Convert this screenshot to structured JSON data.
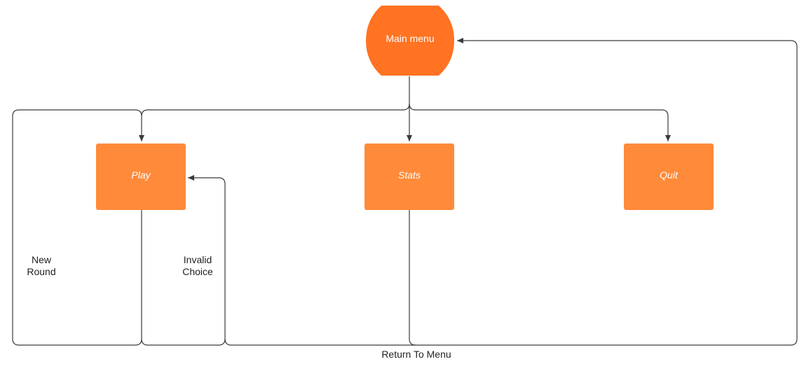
{
  "colors": {
    "start_fill": "#ff7322",
    "process_fill": "#ff8a3a",
    "edge": "#3a3a3a",
    "label_text": "#222222",
    "node_text": "#ffffff"
  },
  "nodes": {
    "main_menu": {
      "label": "Main menu",
      "shape": "terminator"
    },
    "play": {
      "label": "Play",
      "shape": "rounded-rectangle"
    },
    "stats": {
      "label": "Stats",
      "shape": "rounded-rectangle"
    },
    "quit": {
      "label": "Quit",
      "shape": "rounded-rectangle"
    }
  },
  "edge_labels": {
    "new_round_line1": "New",
    "new_round_line2": "Round",
    "invalid_line1": "Invalid",
    "invalid_line2": "Choice",
    "return_to_menu": "Return To Menu"
  }
}
